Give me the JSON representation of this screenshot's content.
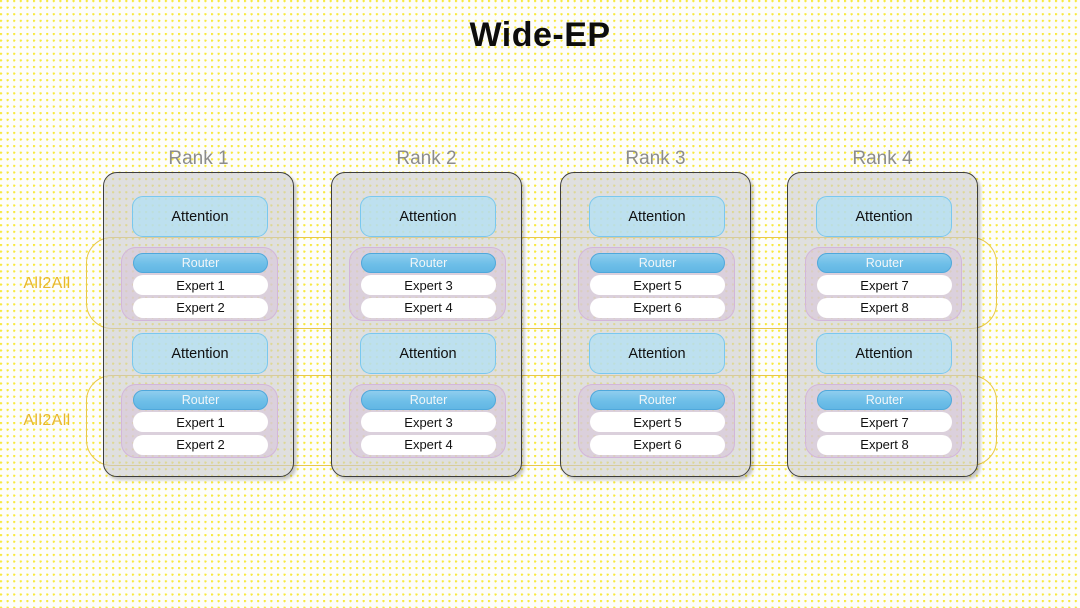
{
  "title": "Wide-EP",
  "colors": {
    "background": "#fdfdfb",
    "dot": "#f7e83d",
    "title_text": "#0d0d0d",
    "rank_label": "#8c8c8c",
    "card_border": "#3d3d3d",
    "card_fill": "#cdcdcd",
    "attention_border": "#79c8ef",
    "attention_fill": "#b0e0f5",
    "moe_border": "#d3b6da",
    "moe_fill": "#d8c7da",
    "router_fill": "#6ebfe8",
    "router_border": "#4fa8db",
    "router_text": "#f2f6f8",
    "expert_fill": "#ffffff",
    "expert_text": "#111111",
    "all2all_border": "#e8c84a",
    "all2all_text": "#e8b72e"
  },
  "all2all": [
    {
      "label": "All2All"
    },
    {
      "label": "All2All"
    }
  ],
  "ranks": [
    {
      "label": "Rank 1",
      "blocks": [
        {
          "attention": "Attention",
          "router": "Router",
          "experts": [
            "Expert 1",
            "Expert 2"
          ]
        },
        {
          "attention": "Attention",
          "router": "Router",
          "experts": [
            "Expert 1",
            "Expert 2"
          ]
        }
      ]
    },
    {
      "label": "Rank 2",
      "blocks": [
        {
          "attention": "Attention",
          "router": "Router",
          "experts": [
            "Expert 3",
            "Expert 4"
          ]
        },
        {
          "attention": "Attention",
          "router": "Router",
          "experts": [
            "Expert 3",
            "Expert 4"
          ]
        }
      ]
    },
    {
      "label": "Rank 3",
      "blocks": [
        {
          "attention": "Attention",
          "router": "Router",
          "experts": [
            "Expert 5",
            "Expert 6"
          ]
        },
        {
          "attention": "Attention",
          "router": "Router",
          "experts": [
            "Expert 5",
            "Expert 6"
          ]
        }
      ]
    },
    {
      "label": "Rank 4",
      "blocks": [
        {
          "attention": "Attention",
          "router": "Router",
          "experts": [
            "Expert 7",
            "Expert 8"
          ]
        },
        {
          "attention": "Attention",
          "router": "Router",
          "experts": [
            "Expert 7",
            "Expert 8"
          ]
        }
      ]
    }
  ],
  "layout": {
    "rank_x": [
      103,
      331,
      560,
      787
    ]
  }
}
